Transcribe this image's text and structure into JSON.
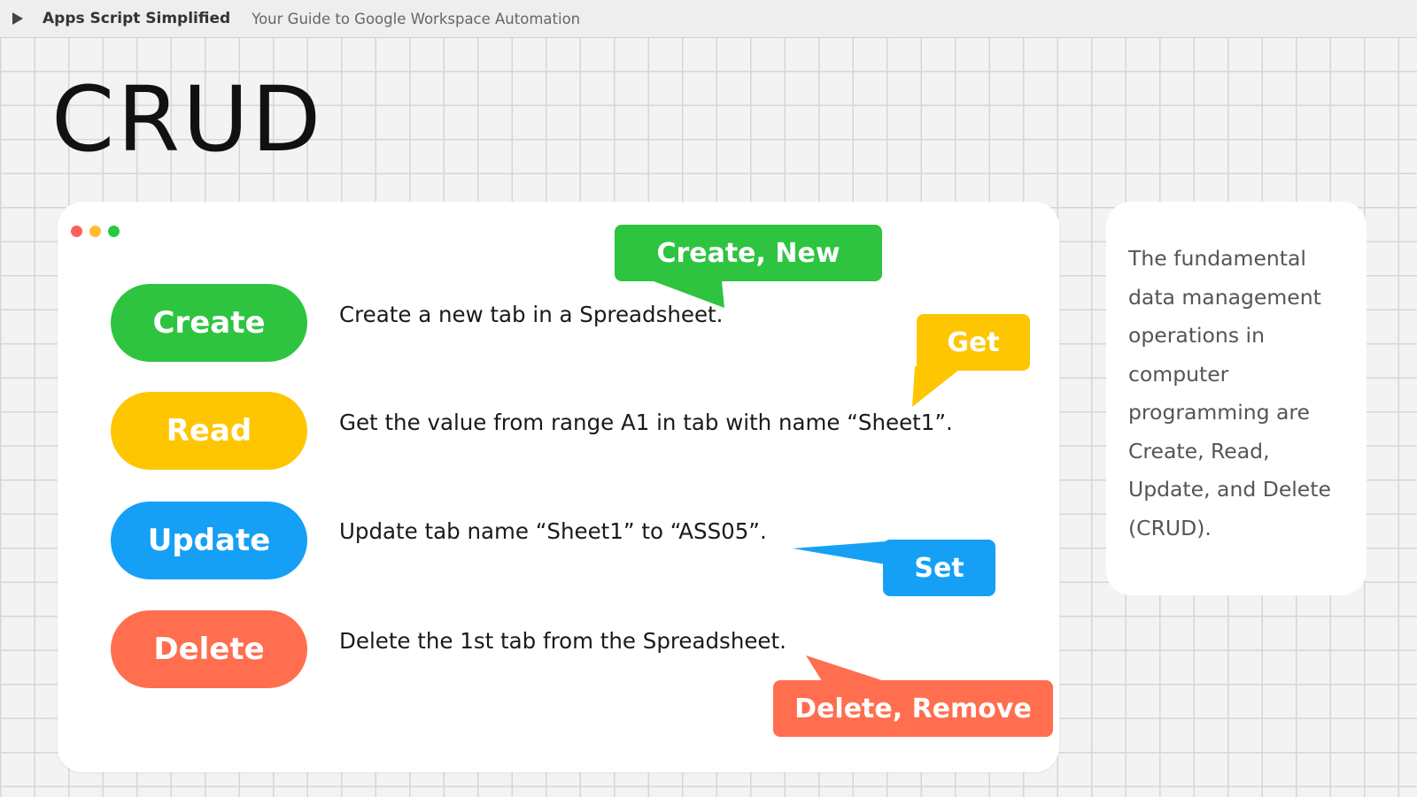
{
  "header": {
    "brand": "Apps Script Simplified",
    "tagline": "Your Guide to Google Workspace Automation"
  },
  "title": "CRUD",
  "window_dots": [
    "#ff5f57",
    "#febc2e",
    "#28c840"
  ],
  "operations": [
    {
      "label": "Create",
      "color": "#2ec440",
      "description": "Create a new tab in a Spreadsheet."
    },
    {
      "label": "Read",
      "color": "#fec600",
      "description": "Get the value from range A1 in tab with name “Sheet1”."
    },
    {
      "label": "Update",
      "color": "#15a0f6",
      "description": "Update tab name “Sheet1” to “ASS05”."
    },
    {
      "label": "Delete",
      "color": "#ff6e4e",
      "description": "Delete the 1st tab from the Spreadsheet."
    }
  ],
  "callouts": {
    "create": {
      "text": "Create, New",
      "color": "#2ec440"
    },
    "read": {
      "text": "Get",
      "color": "#fec600"
    },
    "update": {
      "text": "Set",
      "color": "#15a0f6"
    },
    "delete": {
      "text": "Delete, Remove",
      "color": "#ff6e4e"
    }
  },
  "summary": "The fundamental data management operations in computer programming are Create, Read, Update, and Delete (CRUD)."
}
